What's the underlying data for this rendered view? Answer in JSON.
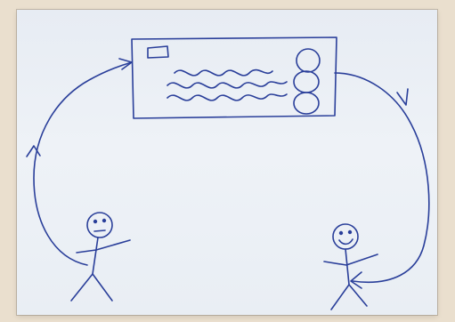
{
  "scene": {
    "background": "#eadfce",
    "paper_color": "#eef2f7",
    "ink_color": "#2a3f9a",
    "elements": [
      "envelope-drawing",
      "left-stick-figure",
      "right-stick-figure",
      "arc-arrow-left-to-envelope",
      "arc-arrow-envelope-to-right"
    ]
  }
}
